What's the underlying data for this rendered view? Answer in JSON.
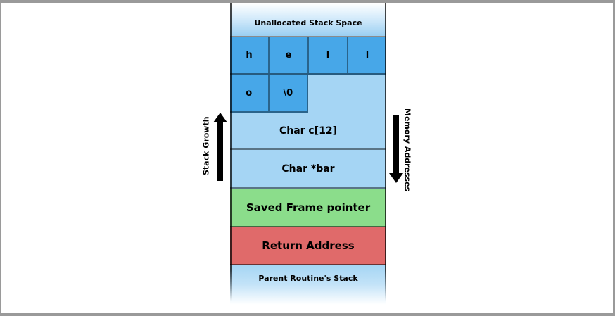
{
  "stack": {
    "top_label": "Unallocated Stack Space",
    "cells": [
      "h",
      "e",
      "l",
      "l",
      "o",
      "\\0"
    ],
    "char_array_label": "Char c[12]",
    "char_pointer_label": "Char *bar",
    "saved_frame_pointer_label": "Saved Frame pointer",
    "return_address_label": "Return Address",
    "bottom_label": "Parent Routine's Stack"
  },
  "annotations": {
    "left_arrow_label": "Stack Growth",
    "left_arrow_direction": "up",
    "right_arrow_label": "Memory Addresses",
    "right_arrow_direction": "down"
  },
  "colors": {
    "cell_fill": "#47a7e8",
    "section_fill": "#a5d5f4",
    "saved_frame_pointer_fill": "#8bdd8b",
    "return_address_fill": "#e06a6a",
    "arrow": "#000000",
    "frame_border": "#9a9a9a"
  }
}
